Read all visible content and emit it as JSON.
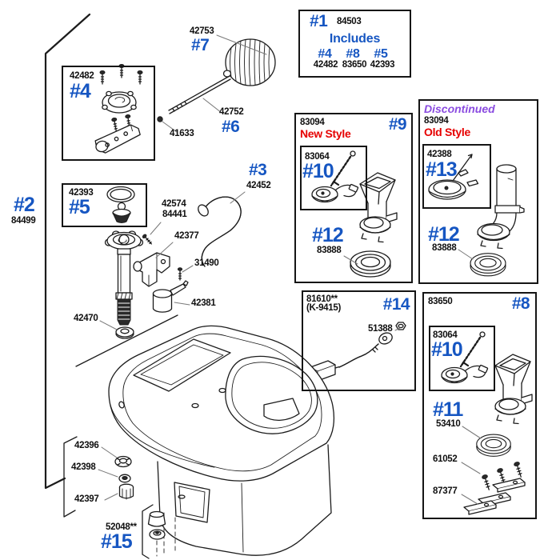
{
  "palette": {
    "ref_blue": "#1656c2",
    "alert_red": "#e60000",
    "discontinued_purple": "#8a4be0",
    "ink": "#1c1c1c"
  },
  "kit_box": {
    "ref": "#1",
    "num": "84503",
    "includes_label": "Includes",
    "items": [
      {
        "ref": "#4",
        "num": "42482"
      },
      {
        "ref": "#8",
        "num": "83650"
      },
      {
        "ref": "#5",
        "num": "42393"
      }
    ]
  },
  "float_assembly": {
    "ball_num": "42753",
    "ball_ref": "#7",
    "rod_num": "42752",
    "rod_ref": "#6",
    "pivot_num": "41633"
  },
  "tank_group": {
    "ref": "#2",
    "num": "84499"
  },
  "mount_box": {
    "num": "42482",
    "ref": "#4"
  },
  "seal_box": {
    "num": "42393",
    "ref": "#5"
  },
  "fill_valve": {
    "screw_num_a": "42574",
    "screw_num_b": "84441",
    "bracket_num": "42377",
    "screw_num_c": "31490",
    "cup_num": "42381",
    "washer_num": "42470"
  },
  "refill_tube": {
    "ref": "#3",
    "num": "42452"
  },
  "new_style_box": {
    "num": "83094",
    "style_label": "New Style",
    "ref": "#9",
    "flapper": {
      "num": "83064",
      "ref": "#10"
    },
    "gasket": {
      "ref": "#12",
      "num": "83888"
    }
  },
  "old_style_box": {
    "tag": "Discontinued",
    "num": "83094",
    "style_label": "Old Style",
    "flapper": {
      "num": "42388",
      "ref": "#13"
    },
    "gasket": {
      "ref": "#12",
      "num": "83888"
    }
  },
  "trip_lever_box": {
    "num": "81610**",
    "alt_num": "(K-9415)",
    "ref": "#14",
    "nut_num": "51388"
  },
  "flush_valve_box": {
    "num": "83650",
    "ref": "#8",
    "flapper": {
      "num": "83064",
      "ref": "#10"
    },
    "seal": {
      "ref": "#11",
      "num": "53410"
    },
    "bolts_num": "61052",
    "plates_num": "87377"
  },
  "bowl_parts": {
    "washer_num": "42396",
    "oring_num": "42398",
    "nut_num": "42397"
  },
  "bolt_cap_kit": {
    "num": "52048**",
    "ref": "#15"
  }
}
